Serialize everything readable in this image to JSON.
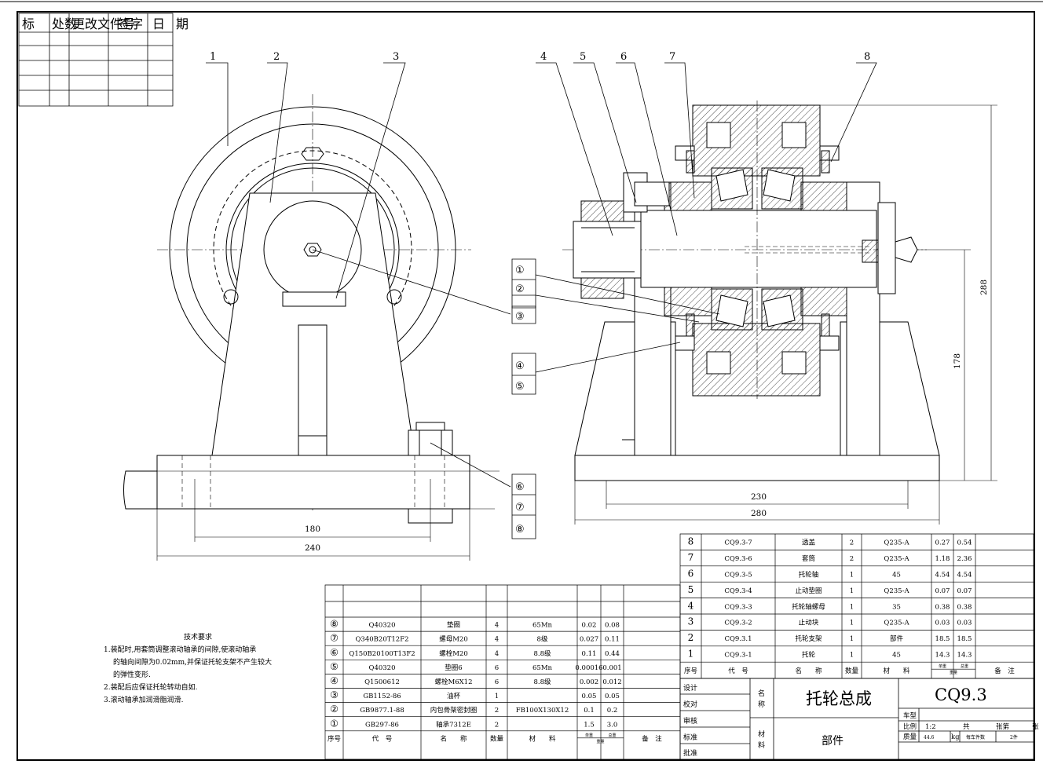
{
  "revision_block": {
    "headers": [
      "标",
      "处数",
      "更改文件号",
      "签字",
      "日",
      "期"
    ]
  },
  "balloons_top": [
    "1",
    "2",
    "3",
    "4",
    "5",
    "6",
    "7",
    "8"
  ],
  "balloons_side": [
    "①",
    "②",
    "③",
    "④",
    "⑤",
    "⑥",
    "⑦",
    "⑧"
  ],
  "dimensions": {
    "front_inner_width": "180",
    "front_outer_width": "240",
    "side_inner_width": "230",
    "side_outer_width": "280",
    "height_total": "288",
    "height_center": "178"
  },
  "tech_notes": {
    "title": "技术要求",
    "lines": [
      "1.装配时,用套筒调整滚动轴承的间隙,使滚动轴承",
      "的轴向间隙为0.02mm,并保证托轮支架不产生较大",
      "的弹性变形.",
      "2.装配后应保证托轮转动自如.",
      "3.滚动轴承加润滑脂润滑."
    ]
  },
  "std_parts": {
    "header": [
      "序号",
      "代　号",
      "名　　称",
      "数量",
      "材　　料",
      "单重",
      "总重",
      "备　注"
    ],
    "weight_label": "重量",
    "rows": [
      [
        "⑧",
        "Q40320",
        "垫圈",
        "4",
        "65Mn",
        "0.02",
        "0.08"
      ],
      [
        "⑦",
        "Q340B20T12F2",
        "螺母M20",
        "4",
        "8级",
        "0.027",
        "0.11"
      ],
      [
        "⑥",
        "Q150B20100T13F2",
        "螺栓M20",
        "4",
        "8.8级",
        "0.11",
        "0.44"
      ],
      [
        "⑤",
        "Q40320",
        "垫圈6",
        "6",
        "65Mn",
        "0.00016",
        "0.001"
      ],
      [
        "④",
        "Q1500612",
        "螺栓M6X12",
        "6",
        "8.8级",
        "0.002",
        "0.012"
      ],
      [
        "③",
        "GB1152-86",
        "油杯",
        "1",
        "",
        "0.05",
        "0.05"
      ],
      [
        "②",
        "GB9877.1-88",
        "内包骨架密封圈",
        "2",
        "FB100X130X12",
        "0.1",
        "0.2"
      ],
      [
        "①",
        "GB297-86",
        "轴承7312E",
        "2",
        "",
        "1.5",
        "3.0"
      ]
    ]
  },
  "parts": {
    "header": [
      "序号",
      "代　号",
      "名　　称",
      "数量",
      "材　　料",
      "单重",
      "总重",
      "备　注"
    ],
    "weight_label": "重量",
    "rows": [
      [
        "8",
        "CQ9.3-7",
        "透盖",
        "2",
        "Q235-A",
        "0.27",
        "0.54"
      ],
      [
        "7",
        "CQ9.3-6",
        "套筒",
        "2",
        "Q235-A",
        "1.18",
        "2.36"
      ],
      [
        "6",
        "CQ9.3-5",
        "托轮轴",
        "1",
        "45",
        "4.54",
        "4.54"
      ],
      [
        "5",
        "CQ9.3-4",
        "止动垫圈",
        "1",
        "Q235-A",
        "0.07",
        "0.07"
      ],
      [
        "4",
        "CQ9.3-3",
        "托轮轴螺母",
        "1",
        "35",
        "0.38",
        "0.38"
      ],
      [
        "3",
        "CQ9.3-2",
        "止动块",
        "1",
        "Q235-A",
        "0.03",
        "0.03"
      ],
      [
        "2",
        "CQ9.3.1",
        "托轮支架",
        "1",
        "部件",
        "18.5",
        "18.5"
      ],
      [
        "1",
        "CQ9.3-1",
        "托轮",
        "1",
        "45",
        "14.3",
        "14.3"
      ]
    ]
  },
  "title_block": {
    "roles": [
      "设计",
      "校对",
      "审核",
      "标准",
      "批准"
    ],
    "name_label": "名称",
    "material_label": "材料",
    "title": "托轮总成",
    "material": "部件",
    "drawing_no": "CQ9.3",
    "vehicle_label": "车型",
    "scale_label": "比例",
    "scale_value": "1:2",
    "sheets_total_label": "共",
    "sheet_label": "张第",
    "sheet_suffix": "张",
    "mass_label": "质量",
    "mass_value": "44.6",
    "mass_unit": "kg",
    "doc_count_label": "每车件数",
    "doc_count_value": "2件"
  }
}
